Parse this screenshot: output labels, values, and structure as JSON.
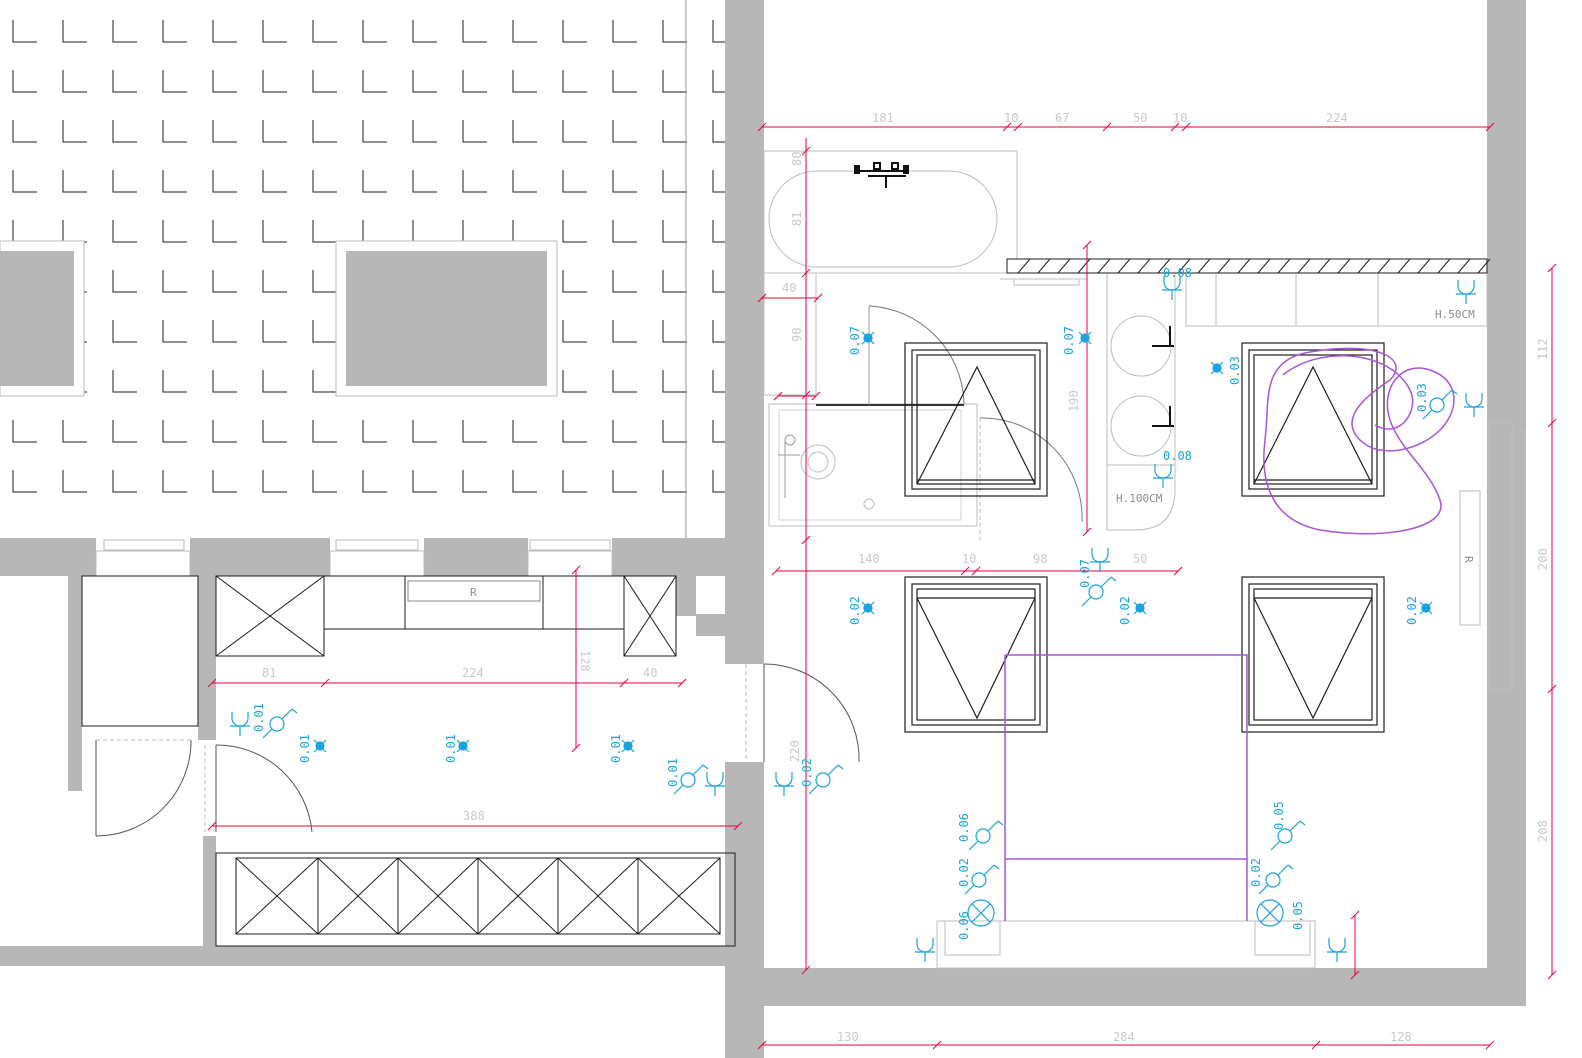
{
  "colors": {
    "wall": "#b7b7b7",
    "line": "#1e1e1e",
    "light_line": "#bdbdbd",
    "dimension": "#e8003c",
    "dimension_text": "#c9c9c9",
    "electrical": "#1aa3dc",
    "purple": "#a855d6"
  },
  "icons": {
    "light_point": "light-point-icon",
    "switch": "switch-icon",
    "socket": "socket-icon",
    "faucet": "faucet-icon",
    "sink": "sink-icon"
  },
  "dimensions": [
    {
      "id": "top-181",
      "text": "181"
    },
    {
      "id": "top-10",
      "text": "10"
    },
    {
      "id": "top-67",
      "text": "67"
    },
    {
      "id": "top-50",
      "text": "50"
    },
    {
      "id": "top-10b",
      "text": "10"
    },
    {
      "id": "top-224",
      "text": "224"
    },
    {
      "id": "v-80",
      "text": "80"
    },
    {
      "id": "v-81",
      "text": "81"
    },
    {
      "id": "h-40",
      "text": "40"
    },
    {
      "id": "v-90",
      "text": "90"
    },
    {
      "id": "v-190",
      "text": "190"
    },
    {
      "id": "mid-140",
      "text": "140"
    },
    {
      "id": "mid-10",
      "text": "10"
    },
    {
      "id": "mid-98",
      "text": "98"
    },
    {
      "id": "mid-50",
      "text": "50"
    },
    {
      "id": "right-112",
      "text": "112"
    },
    {
      "id": "right-200",
      "text": "200"
    },
    {
      "id": "right-208",
      "text": "208"
    },
    {
      "id": "hall-81",
      "text": "81"
    },
    {
      "id": "hall-224",
      "text": "224"
    },
    {
      "id": "hall-40",
      "text": "40"
    },
    {
      "id": "hall-128",
      "text": "128"
    },
    {
      "id": "hall-388",
      "text": "388"
    },
    {
      "id": "door-220",
      "text": "220"
    },
    {
      "id": "bot-130",
      "text": "130"
    },
    {
      "id": "bot-284",
      "text": "284"
    },
    {
      "id": "bot-128",
      "text": "128"
    }
  ],
  "electrical_labels": [
    {
      "id": "e1",
      "text": "0.07"
    },
    {
      "id": "e2",
      "text": "0.07"
    },
    {
      "id": "e3",
      "text": "0.08"
    },
    {
      "id": "e4",
      "text": "0.03"
    },
    {
      "id": "e5",
      "text": "0.03"
    },
    {
      "id": "e6",
      "text": "0.08"
    },
    {
      "id": "e7",
      "text": "0.07"
    },
    {
      "id": "e8",
      "text": "0.02"
    },
    {
      "id": "e9",
      "text": "0.02"
    },
    {
      "id": "e10",
      "text": "0.02"
    },
    {
      "id": "e11",
      "text": "0.01"
    },
    {
      "id": "e12",
      "text": "0.01"
    },
    {
      "id": "e13",
      "text": "0.01"
    },
    {
      "id": "e14",
      "text": "0.01"
    },
    {
      "id": "e15",
      "text": "0.01"
    },
    {
      "id": "e16",
      "text": "0.02"
    },
    {
      "id": "e17",
      "text": "0.06"
    },
    {
      "id": "e18",
      "text": "0.02"
    },
    {
      "id": "e19",
      "text": "0.06"
    },
    {
      "id": "e20",
      "text": "0.05"
    },
    {
      "id": "e21",
      "text": "0.02"
    },
    {
      "id": "e22",
      "text": "0.05"
    }
  ],
  "labels": {
    "h50": "H.50CM",
    "h100": "H.100CM",
    "r_right": "R",
    "r_hall": "R"
  }
}
